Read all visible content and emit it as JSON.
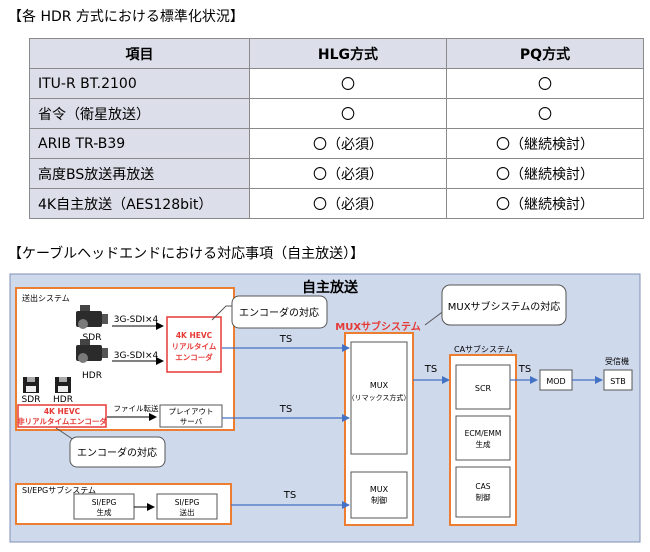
{
  "section1_title": "【各 HDR 方式における標準化状況】",
  "table": {
    "headers": [
      "項目",
      "HLG方式",
      "PQ方式"
    ],
    "rows": [
      [
        "ITU-R BT.2100",
        "〇",
        "〇"
      ],
      [
        "省令（衛星放送）",
        "〇",
        "〇"
      ],
      [
        "ARIB TR-B39",
        "〇（必須）",
        "〇（継続検討）"
      ],
      [
        "高度BS放送再放送",
        "〇（必須）",
        "〇（継続検討）"
      ],
      [
        "4K自主放送（AES128bit）",
        "〇（必須）",
        "〇（継続検討）"
      ]
    ]
  },
  "section2_title": "【ケーブルヘッドエンドにおける対応事項（自主放送）】",
  "diagram": {
    "title": "自主放送",
    "send_system": "送出システム",
    "sdi_sdr": "3G-SDI×4",
    "sdi_hdr": "3G-SDI×4",
    "sdr": "SDR",
    "hdr": "HDR",
    "sdr_small": "SDR",
    "hdr_small": "HDR",
    "enc_rt_1": "4K HEVC",
    "enc_rt_2": "リアルタイム",
    "enc_rt_3": "エンコーダ",
    "enc_nrt_1": "4K HEVC",
    "enc_nrt_2": "非リアルタイムエンコーダ",
    "file_transfer": "ファイル転送",
    "playout_1": "プレイアウト",
    "playout_2": "サーバ",
    "callout_encoder_top": "エンコーダの対応",
    "callout_encoder_bottom": "エンコーダの対応",
    "callout_mux": "MUXサブシステムの対応",
    "mux_subsystem": "MUXサブシステム",
    "mux_1": "MUX",
    "mux_2": "（リマックス方式）",
    "mux_ctrl_1": "MUX",
    "mux_ctrl_2": "制御",
    "ca_subsystem": "CAサブシステム",
    "scr": "SCR",
    "ecm_1": "ECM/EMM",
    "ecm_2": "生成",
    "cas_1": "CAS",
    "cas_2": "制御",
    "mod": "MOD",
    "receiver": "受信機",
    "stb": "STB",
    "si_epg_subsystem": "SI/EPGサブシステム",
    "si_gen_1": "SI/EPG",
    "si_gen_2": "生成",
    "si_send_1": "SI/EPG",
    "si_send_2": "送出",
    "ts1": "TS",
    "ts2": "TS",
    "ts3": "TS",
    "ts4": "TS",
    "ts5": "TS"
  }
}
